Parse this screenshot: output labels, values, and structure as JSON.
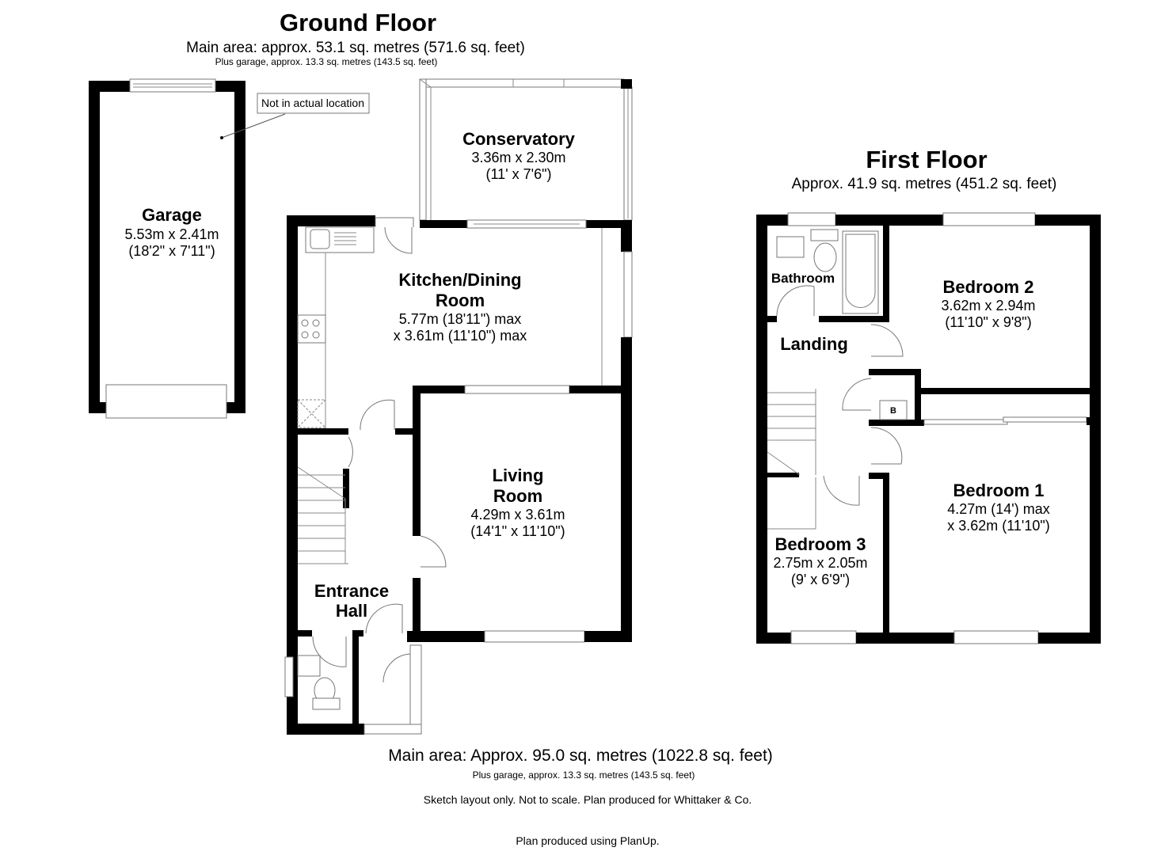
{
  "ground_floor": {
    "title": "Ground Floor",
    "area": "Main area: approx. 53.1 sq. metres (571.6 sq. feet)",
    "garage_note": "Plus garage, approx. 13.3 sq. metres (143.5 sq. feet)",
    "callout": "Not in actual location",
    "rooms": {
      "garage": {
        "name": "Garage",
        "dim_m": "5.53m x 2.41m",
        "dim_ft": "(18'2\" x 7'11\")"
      },
      "conservatory": {
        "name": "Conservatory",
        "dim_m": "3.36m x 2.30m",
        "dim_ft": "(11' x 7'6\")"
      },
      "kitchen": {
        "name_line1": "Kitchen/Dining",
        "name_line2": "Room",
        "dim_line1": "5.77m (18'11\") max",
        "dim_line2": "x 3.61m (11'10\") max"
      },
      "living": {
        "name_line1": "Living",
        "name_line2": "Room",
        "dim_m": "4.29m x 3.61m",
        "dim_ft": "(14'1\" x 11'10\")"
      },
      "hall": {
        "name_line1": "Entrance",
        "name_line2": "Hall"
      }
    }
  },
  "first_floor": {
    "title": "First Floor",
    "area": "Approx. 41.9 sq. metres (451.2 sq. feet)",
    "rooms": {
      "bathroom": {
        "name": "Bathroom"
      },
      "landing": {
        "name": "Landing"
      },
      "bedroom2": {
        "name": "Bedroom 2",
        "dim_m": "3.62m x 2.94m",
        "dim_ft": "(11'10\" x 9'8\")"
      },
      "bedroom1": {
        "name": "Bedroom 1",
        "dim_line1": "4.27m (14') max",
        "dim_line2": "x 3.62m (11'10\")"
      },
      "bedroom3": {
        "name": "Bedroom 3",
        "dim_m": "2.75m x 2.05m",
        "dim_ft": "(9' x 6'9\")"
      },
      "boiler": {
        "label": "B"
      }
    }
  },
  "footer": {
    "total_area": "Main area: Approx. 95.0 sq. metres (1022.8 sq. feet)",
    "garage_note": "Plus garage, approx. 13.3 sq. metres (143.5 sq. feet)",
    "disclaimer": "Sketch layout only. Not to scale. Plan produced for Whittaker & Co.",
    "credit": "Plan produced using PlanUp."
  }
}
